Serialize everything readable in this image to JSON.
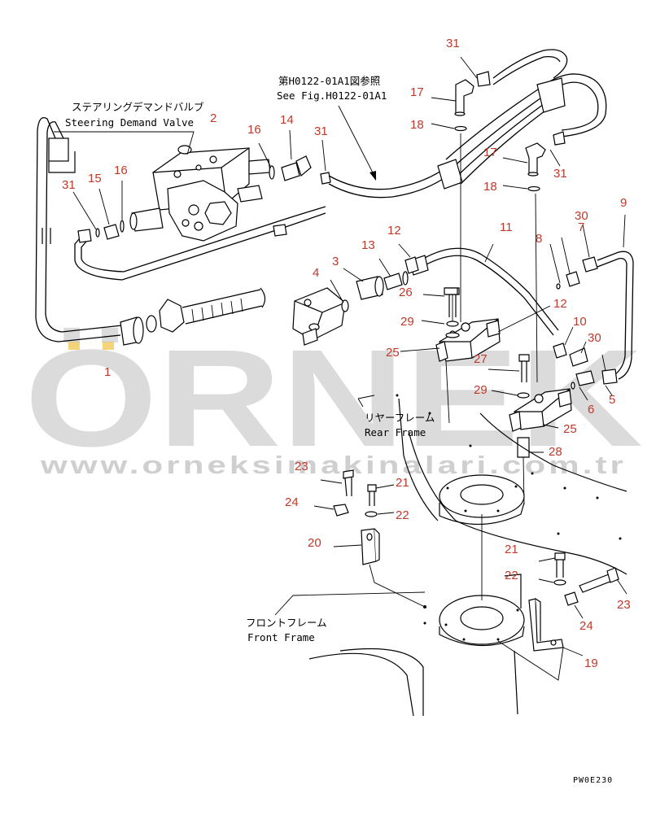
{
  "notes": {
    "steering_demand_valve_jp": "ステアリングデマンドバルブ",
    "steering_demand_valve_en": "Steering Demand Valve",
    "see_fig_jp": "第H0122-01A1図参照",
    "see_fig_en": "See Fig.H0122-01A1",
    "rear_frame_jp": "リヤーフレーム",
    "rear_frame_en": "Rear Frame",
    "front_frame_jp": "フロントフレーム",
    "front_frame_en": "Front Frame"
  },
  "drawing_code": "PW0E230",
  "watermark": {
    "brand": "ÖRNEK",
    "url": "www.orneksimakinalari.com.tr"
  },
  "callouts": [
    "1",
    "2",
    "3",
    "4",
    "5",
    "6",
    "7",
    "8",
    "9",
    "10",
    "11",
    "12",
    "12",
    "13",
    "14",
    "15",
    "16",
    "16",
    "17",
    "17",
    "18",
    "18",
    "19",
    "20",
    "21",
    "21",
    "22",
    "22",
    "23",
    "23",
    "24",
    "24",
    "25",
    "25",
    "26",
    "27",
    "28",
    "29",
    "29",
    "30",
    "30",
    "31",
    "31",
    "31",
    "31"
  ],
  "colors": {
    "callout": "#c0392b",
    "line": "#000000",
    "watermark": "#bfbfbf",
    "watermark_accent": "#f0c040"
  }
}
